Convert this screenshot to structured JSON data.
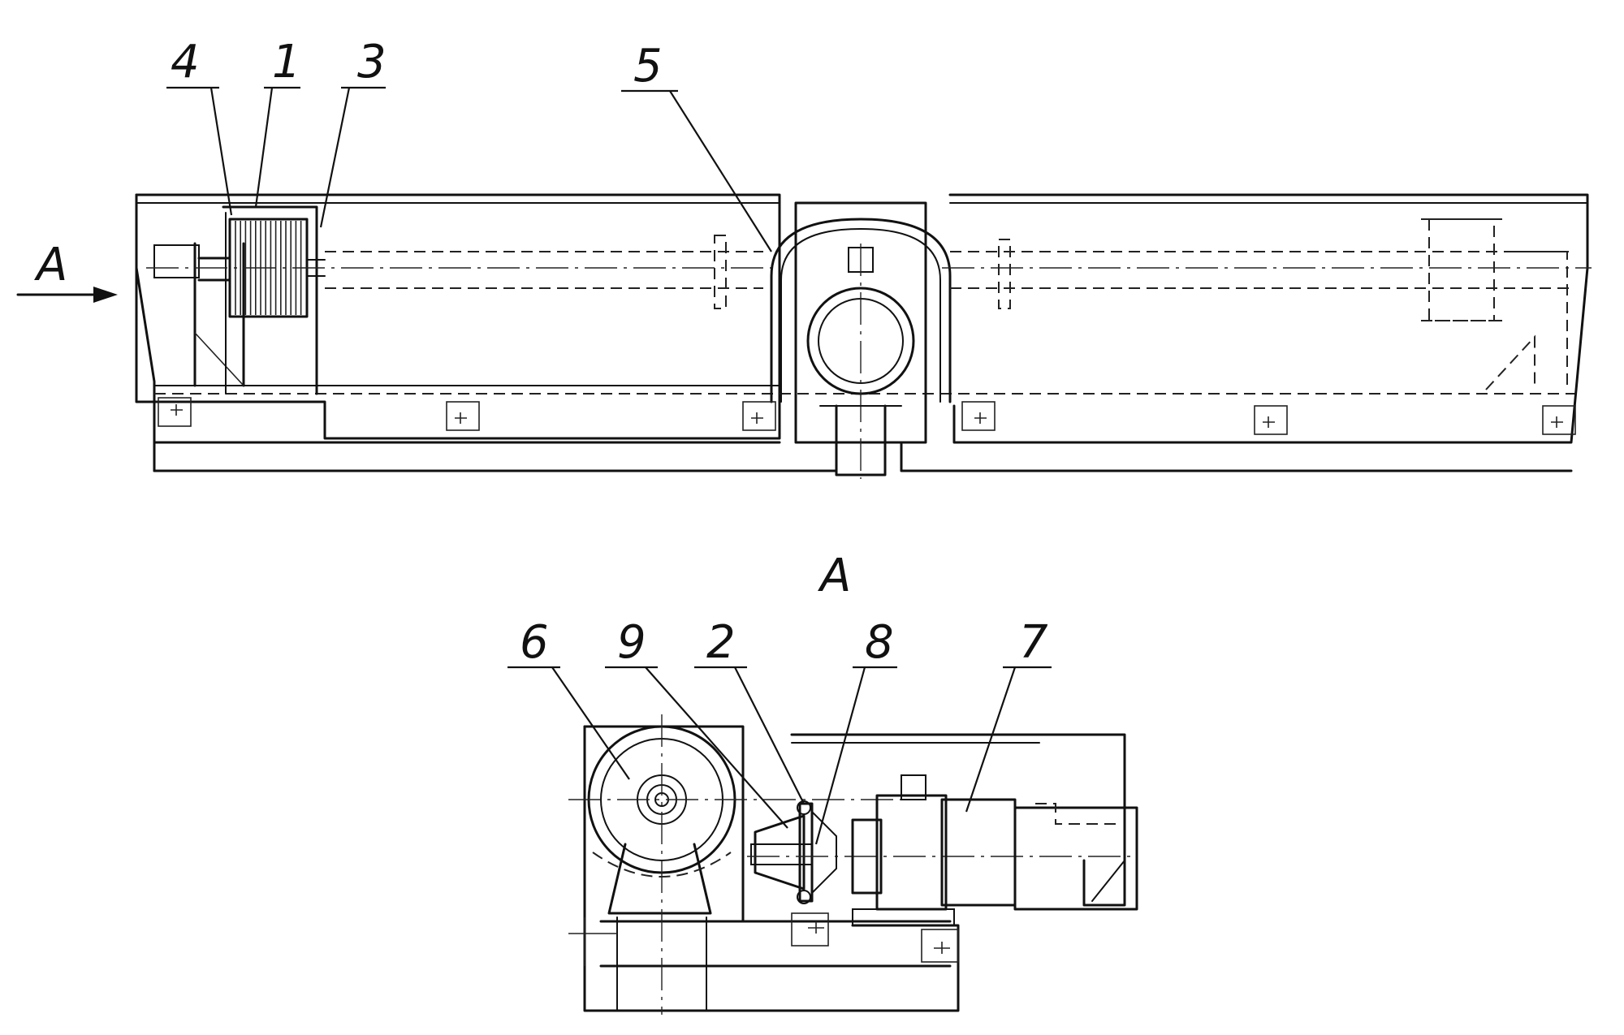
{
  "labels": {
    "view_arrow_label": "A",
    "view_title": "A",
    "callouts": {
      "c1": "1",
      "c2": "2",
      "c3": "3",
      "c4": "4",
      "c5": "5",
      "c6": "6",
      "c7": "7",
      "c8": "8",
      "c9": "9"
    }
  }
}
